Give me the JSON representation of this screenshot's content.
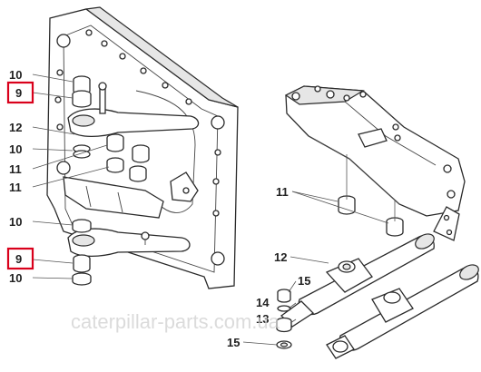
{
  "callouts": {
    "c1": "10",
    "c2": "9",
    "c3": "12",
    "c4": "10",
    "c5": "11",
    "c6": "11",
    "c7": "10",
    "c8": "9",
    "c9": "10",
    "c10": "11",
    "c11": "12",
    "c12": "15",
    "c13": "14",
    "c14": "13",
    "c15": "15"
  },
  "highlight_color": "#d9001b",
  "watermark": "caterpillar-parts.com.ua"
}
